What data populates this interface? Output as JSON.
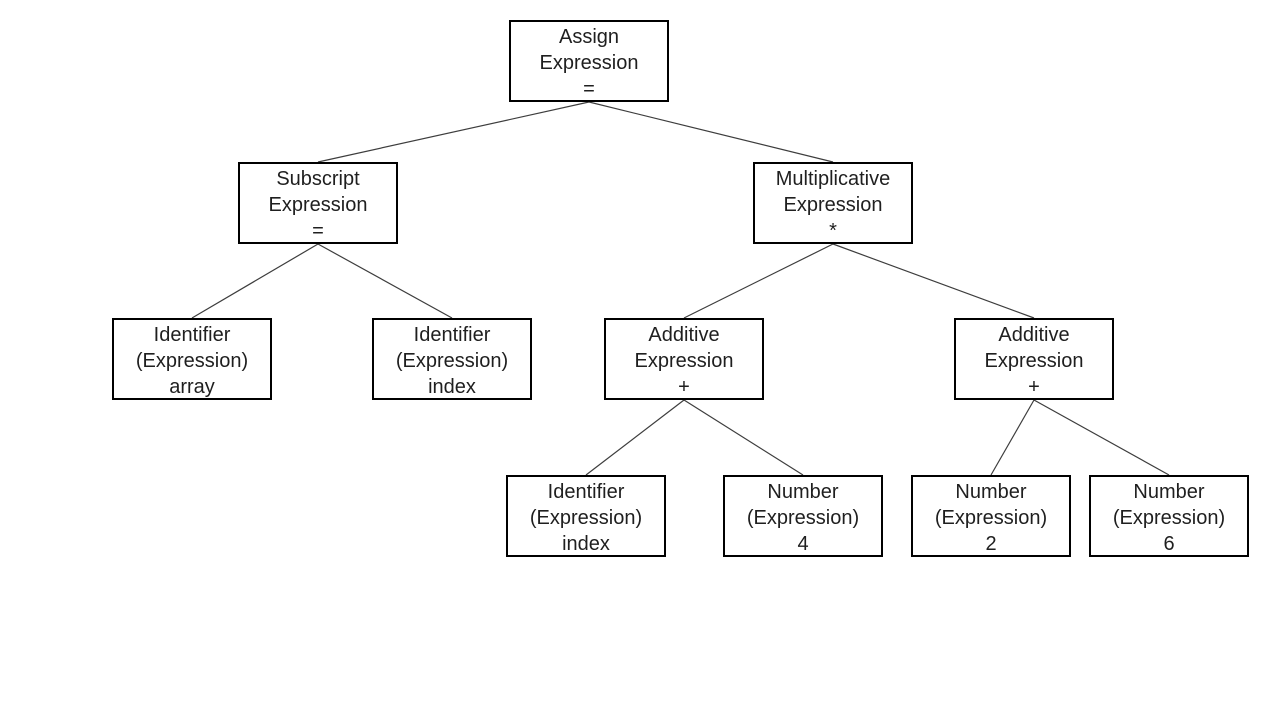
{
  "diagram": {
    "kind": "abstract-syntax-tree",
    "background_color": "#ffffff",
    "box_border_color": "#000000",
    "edge_color": "#3d3d3d",
    "text_color": "#1f1f1f",
    "nodes": [
      {
        "id": "assign",
        "line1": "Assign",
        "line2": "Expression",
        "line3": "="
      },
      {
        "id": "subscript",
        "line1": "Subscript",
        "line2": "Expression",
        "line3": "="
      },
      {
        "id": "multiplicative",
        "line1": "Multiplicative",
        "line2": "Expression",
        "line3": "*"
      },
      {
        "id": "identifier-array",
        "line1": "Identifier",
        "line2": "(Expression)",
        "line3": "array"
      },
      {
        "id": "identifier-index",
        "line1": "Identifier",
        "line2": "(Expression)",
        "line3": "index"
      },
      {
        "id": "additive-left",
        "line1": "Additive",
        "line2": "Expression",
        "line3": "+"
      },
      {
        "id": "additive-right",
        "line1": "Additive",
        "line2": "Expression",
        "line3": "+"
      },
      {
        "id": "identifier-index-leaf",
        "line1": "Identifier",
        "line2": "(Expression)",
        "line3": "index"
      },
      {
        "id": "number-4",
        "line1": "Number",
        "line2": "(Expression)",
        "line3": "4"
      },
      {
        "id": "number-2",
        "line1": "Number",
        "line2": "(Expression)",
        "line3": "2"
      },
      {
        "id": "number-6",
        "line1": "Number",
        "line2": "(Expression)",
        "line3": "6"
      }
    ],
    "edges": [
      {
        "from": "assign",
        "to": "subscript"
      },
      {
        "from": "assign",
        "to": "multiplicative"
      },
      {
        "from": "subscript",
        "to": "identifier-array"
      },
      {
        "from": "subscript",
        "to": "identifier-index"
      },
      {
        "from": "multiplicative",
        "to": "additive-left"
      },
      {
        "from": "multiplicative",
        "to": "additive-right"
      },
      {
        "from": "additive-left",
        "to": "identifier-index-leaf"
      },
      {
        "from": "additive-left",
        "to": "number-4"
      },
      {
        "from": "additive-right",
        "to": "number-2"
      },
      {
        "from": "additive-right",
        "to": "number-6"
      }
    ]
  }
}
